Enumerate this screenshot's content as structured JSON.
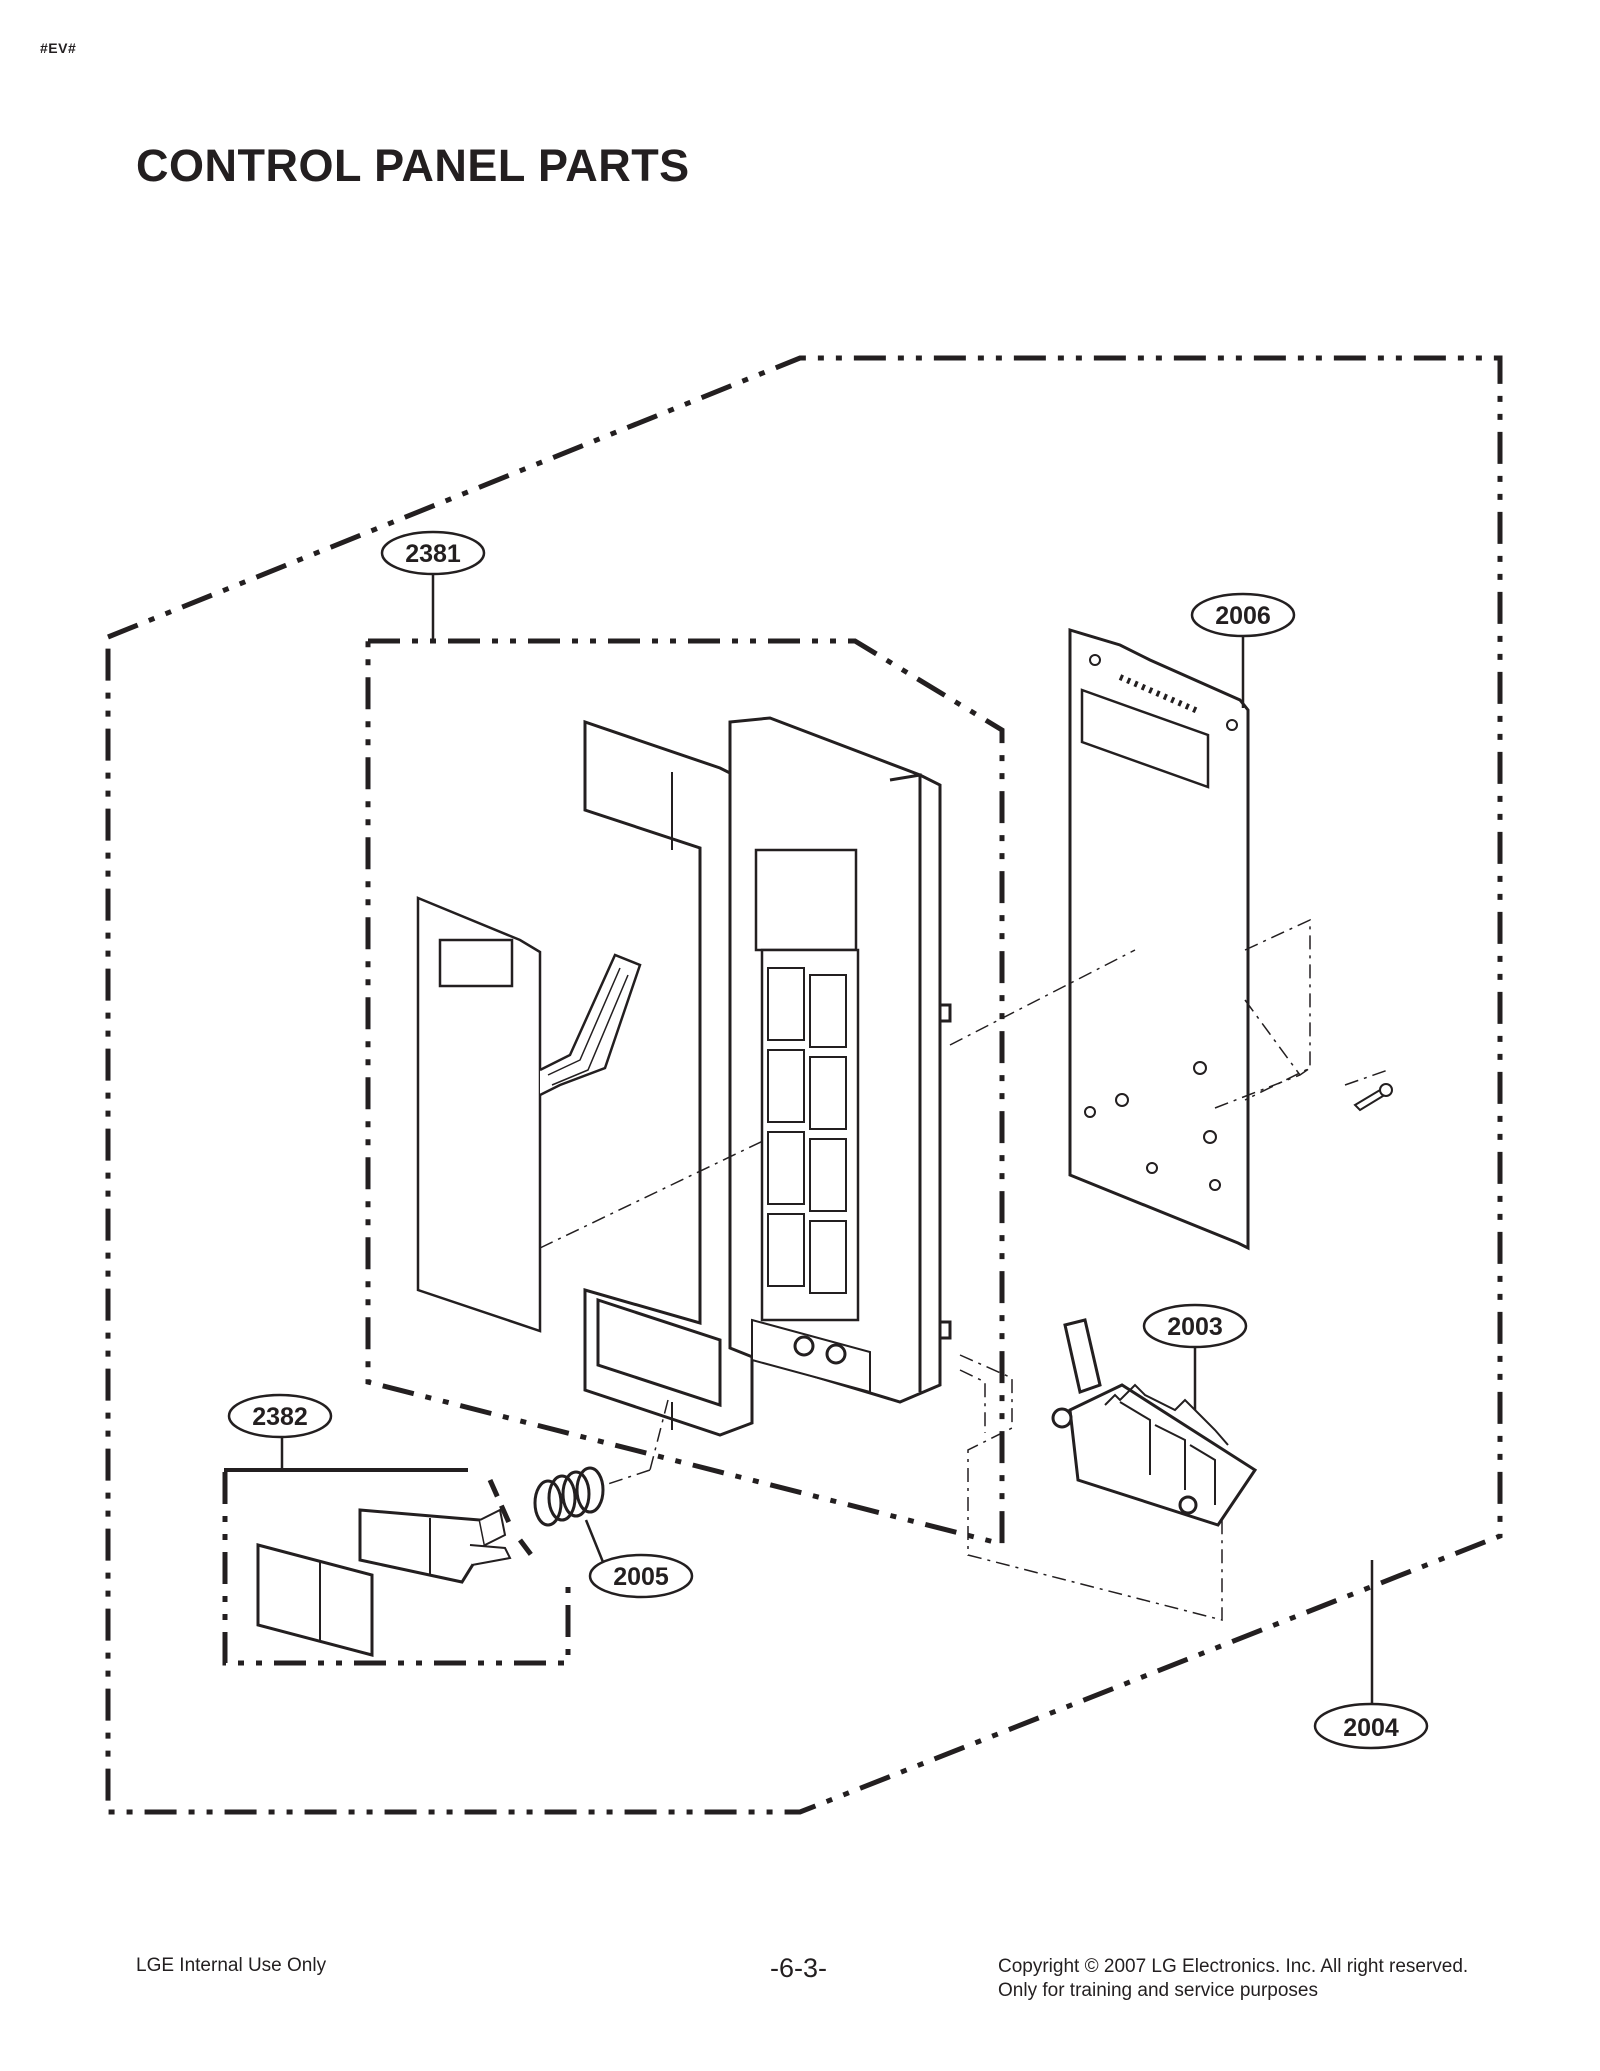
{
  "header": {
    "code": "#EV#",
    "title": "CONTROL PANEL PARTS"
  },
  "callouts": {
    "c2381": "2381",
    "c2006": "2006",
    "c2003": "2003",
    "c2382": "2382",
    "c2005": "2005",
    "c2004": "2004"
  },
  "footer": {
    "left": "LGE Internal Use Only",
    "page": "-6-3-",
    "copyright": "Copyright © 2007 LG Electronics. Inc. All right reserved.",
    "purpose": "Only for training and service purposes"
  }
}
